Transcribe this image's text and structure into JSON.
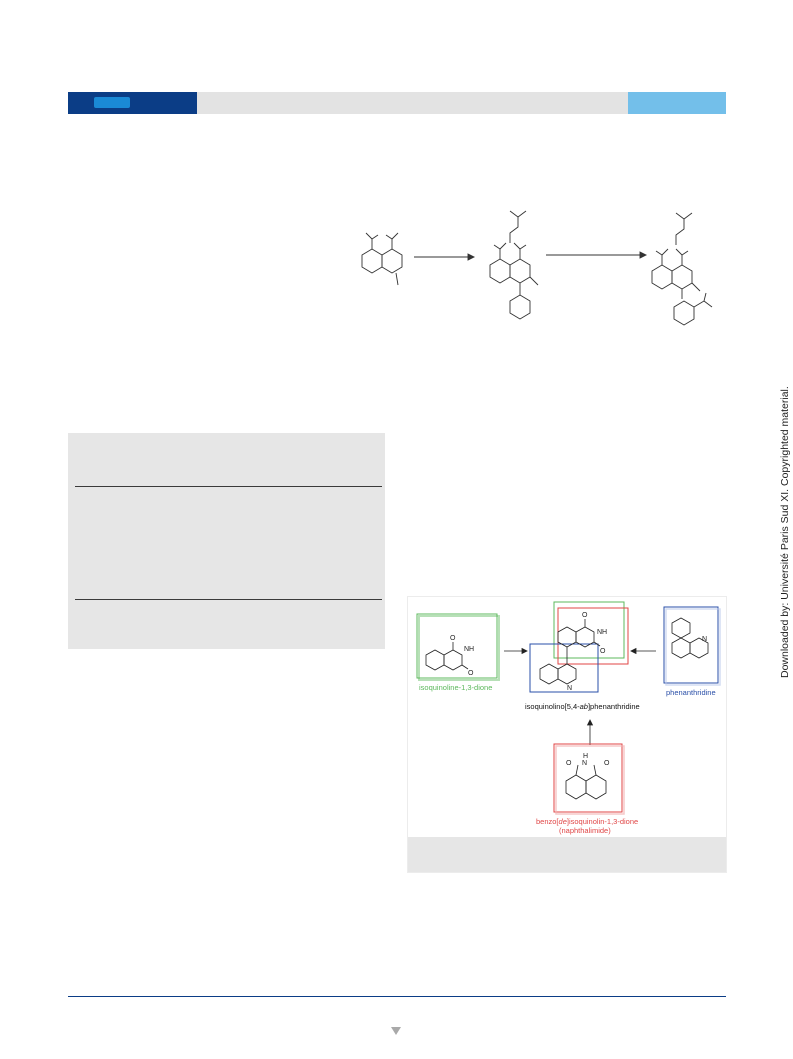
{
  "watermark": "Downloaded by: Université Paris Sud XI. Copyrighted material.",
  "figure": {
    "labels": {
      "isoquinoline_dione": "isoquinoline-1,3-dione",
      "phenanthridine": "phenanthridine",
      "isoquinolino_prefix": "isoquinolino[5,4-",
      "isoquinolino_italic": "ab",
      "isoquinolino_suffix": "]phenanthridine",
      "benzo_prefix": "benzo[",
      "benzo_italic": "de",
      "benzo_suffix": "]isoquinolin-1,3-dione",
      "naphthalimide": "(naphthalimide)"
    },
    "atoms": {
      "o": "O",
      "nh": "NH",
      "n": "N",
      "h": "H"
    }
  }
}
